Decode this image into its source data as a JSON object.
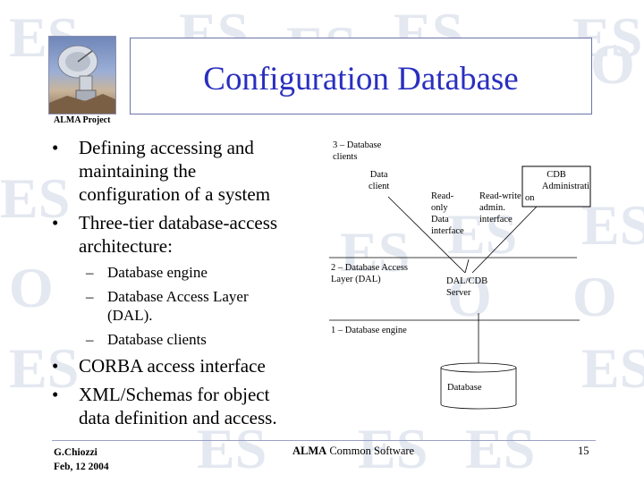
{
  "slide": {
    "title": "Configuration Database",
    "project_label": "ALMA Project"
  },
  "bullets": [
    {
      "lines": [
        "Defining accessing and",
        "maintaining the",
        "configuration of a system"
      ]
    },
    {
      "lines": [
        "Three-tier database-access",
        "architecture:"
      ]
    },
    {
      "lines": [
        "CORBA access interface"
      ]
    },
    {
      "lines": [
        "XML/Schemas for object",
        "data definition and access."
      ]
    }
  ],
  "sub_bullets": [
    {
      "lines": [
        "Database engine"
      ]
    },
    {
      "lines": [
        "Database Access Layer",
        "(DAL)."
      ]
    },
    {
      "lines": [
        "Database clients"
      ]
    }
  ],
  "diagram": {
    "tier3_label": [
      "3 – Database",
      "clients"
    ],
    "data_client": [
      "Data",
      "client"
    ],
    "cdb_admin": [
      "CDB",
      "Administrati",
      "on"
    ],
    "readonly_interface": [
      "Read-",
      "only",
      "Data",
      "interface"
    ],
    "readwrite_interface": [
      "Read-write",
      "admin.",
      "interface"
    ],
    "tier2_label": [
      "2 – Database Access",
      "Layer (DAL)"
    ],
    "dal_server": [
      "DAL/CDB",
      "Server"
    ],
    "tier1_label": "1 – Database engine",
    "database": "Database"
  },
  "footer": {
    "author": "G.Chiozzi",
    "date": "Feb, 12 2004",
    "center_bold": "ALMA",
    "center_rest": "Common Software",
    "page_number": "15"
  },
  "watermark": {
    "text": "ES",
    "symbol": "O"
  },
  "colors": {
    "title": "#2a2fbf",
    "box_border": "#6b74a8",
    "watermark": "#e4e8f0"
  }
}
